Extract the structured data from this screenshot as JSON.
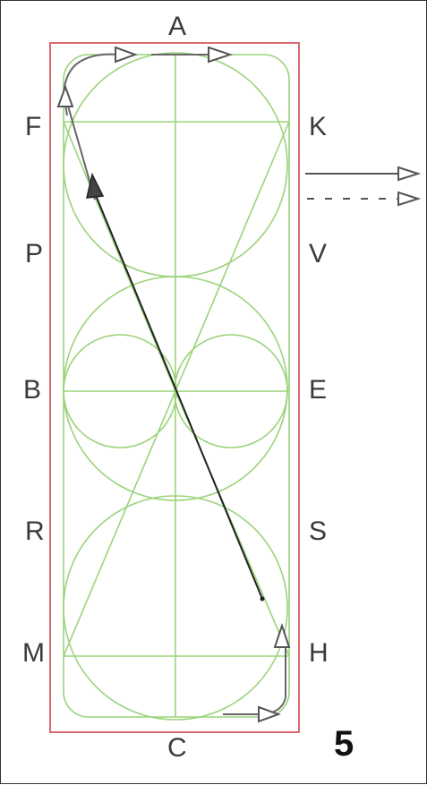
{
  "arena": {
    "letters": {
      "top": "A",
      "bottom": "C",
      "left": [
        "F",
        "P",
        "B",
        "R",
        "M"
      ],
      "right": [
        "K",
        "V",
        "E",
        "S",
        "H"
      ]
    }
  },
  "figure_number": "5",
  "colors": {
    "arena_border": "#d96a72",
    "pattern_lines": "#9bd37a",
    "path_arrows": "#222222"
  }
}
